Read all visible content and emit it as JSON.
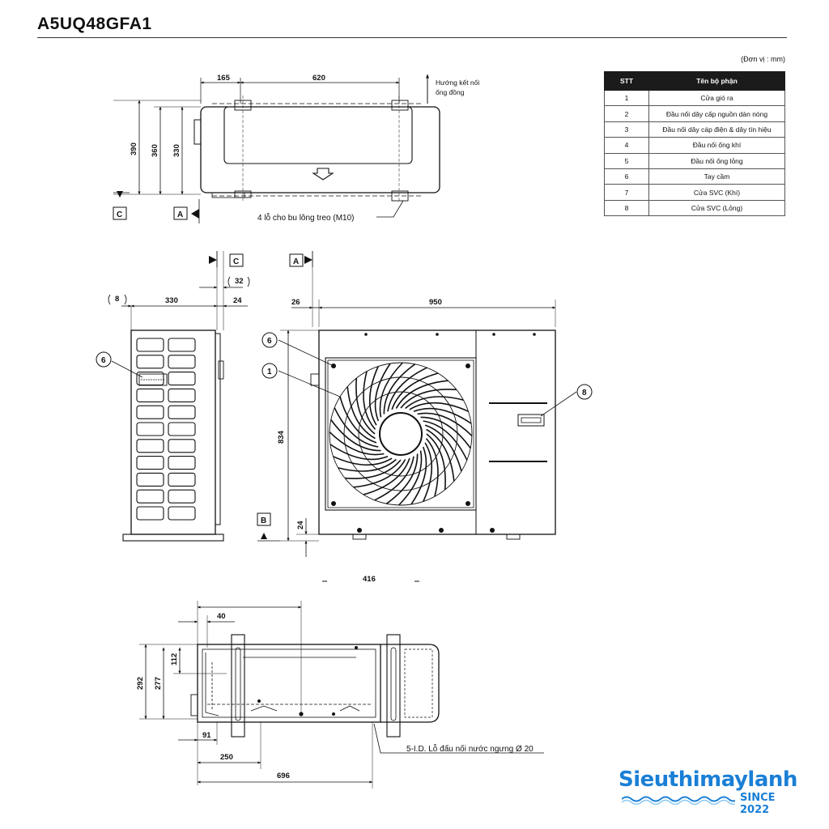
{
  "title": "A5UQ48GFA1",
  "unit_note": "(Đơn vị : mm)",
  "table": {
    "headers": [
      "STT",
      "Tên bộ phận"
    ],
    "rows": [
      {
        "stt": "1",
        "name": "Cửa gió ra"
      },
      {
        "stt": "2",
        "name": "Đầu nối dây cấp nguồn dàn nóng"
      },
      {
        "stt": "3",
        "name": "Đầu nối dây cáp điện & dây tín hiệu"
      },
      {
        "stt": "4",
        "name": "Đầu nối ống khí"
      },
      {
        "stt": "5",
        "name": "Đầu nối ống lỏng"
      },
      {
        "stt": "6",
        "name": "Tay cầm"
      },
      {
        "stt": "7",
        "name": "Cửa SVC (Khí)"
      },
      {
        "stt": "8",
        "name": "Cửa SVC (Lỏng)"
      }
    ]
  },
  "top_view": {
    "dim_165": "165",
    "dim_620": "620",
    "dim_390": "390",
    "dim_360": "360",
    "dim_330": "330",
    "pipe_direction_label_1": "Hướng kết nối",
    "pipe_direction_label_2": "ống đồng",
    "bolt_holes_label": "4 lỗ cho bu lông treo (M10)",
    "ref_c": "C",
    "ref_a": "A"
  },
  "side_view": {
    "dim_8": "8",
    "dim_330": "330",
    "dim_32": "32",
    "dim_24": "24",
    "callout_6": "6",
    "ref_c": "C"
  },
  "front_view": {
    "dim_26": "26",
    "dim_950": "950",
    "dim_834": "834",
    "dim_24": "24",
    "dim_416": "416",
    "callout_6": "6",
    "callout_1": "1",
    "callout_8": "8",
    "ref_a": "A",
    "ref_b": "B"
  },
  "bottom_view": {
    "dim_40": "40",
    "dim_292": "292",
    "dim_277": "277",
    "dim_112": "112",
    "dim_91": "91",
    "dim_250": "250",
    "dim_696": "696",
    "drain_label": "5-I.D. Lỗ đấu nối nước ngưng Ø 20"
  },
  "logo": {
    "name": "Sieuthimaylanh",
    "since": "SINCE 2022",
    "color": "#1a7fd6"
  }
}
